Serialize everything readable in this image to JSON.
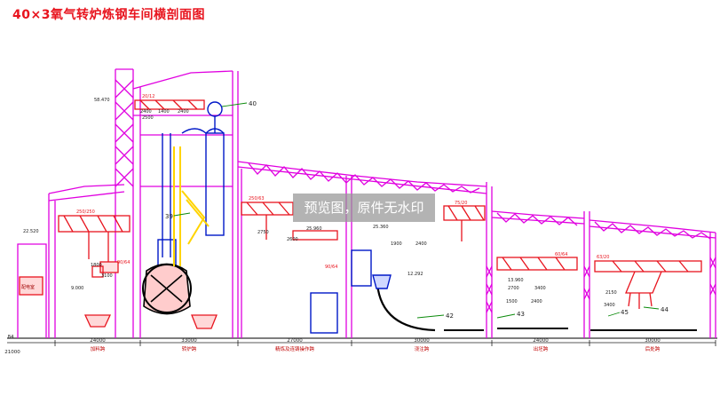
{
  "title": "40×3氧气转炉炼钢车间横剖面图",
  "watermark": "预览图，原件无水印",
  "colors": {
    "title": "#e8141e",
    "steel_structure": "#e000e0",
    "crane": "#e8141e",
    "equipment": "#0018c8",
    "oxygen_lance": "#ffd400",
    "dimension": "#202020",
    "leader": "#0a8a0a"
  },
  "elevations": [
    "58.470",
    "22.520",
    "25.960",
    "25.360",
    "12.292",
    "9.000",
    "13.960"
  ],
  "crane_labels": [
    "20/12",
    "250/250",
    "90/64",
    "250/63",
    "90/64",
    "75/20",
    "60/64",
    "63/20"
  ],
  "callouts": [
    "40",
    "39",
    "42",
    "43",
    "44",
    "45"
  ],
  "dims": {
    "small": [
      "2400",
      "1400",
      "2400",
      "2500",
      "1800",
      "3100",
      "2750",
      "2600",
      "1900",
      "2400",
      "2700",
      "3400",
      "1500",
      "2400",
      "2150",
      "3400"
    ],
    "bays": [
      "24000",
      "33000",
      "27000",
      "30000",
      "24000",
      "30000"
    ],
    "left_edge": [
      "84",
      "21000"
    ]
  },
  "bays": [
    "加料跨",
    "转炉跨",
    "精炼及连铸操作跨",
    "浇注跨",
    "出坯跨",
    "后处跨"
  ],
  "left_room": "配电室"
}
